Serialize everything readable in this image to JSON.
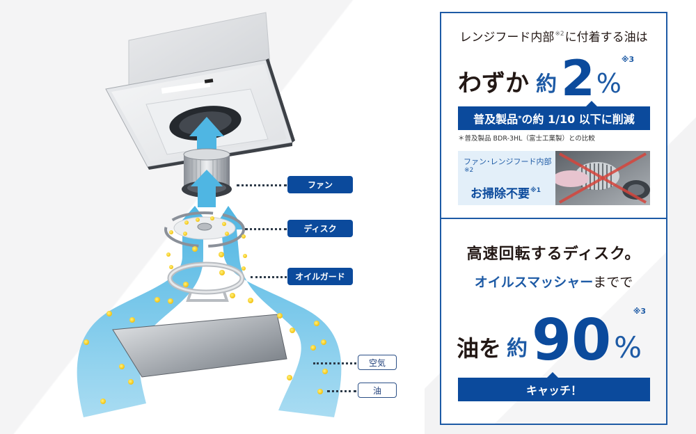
{
  "diagram": {
    "labels": {
      "fan": "ファン",
      "disk": "ディスク",
      "oil_guard": "オイルガード"
    },
    "legend": {
      "air": "空気",
      "oil": "油"
    },
    "colors": {
      "label_bg": "#0b4a9c",
      "airflow": "#5bbde6",
      "oil_drop": "#f5d21a"
    }
  },
  "panel_top": {
    "lead_text_a": "レンジフード内部",
    "lead_sup": "※2",
    "lead_text_b": "に付着する油は",
    "big_prefix": "わずか",
    "big_approx": "約",
    "big_number": "2",
    "big_unit": "%",
    "big_sup": "※3",
    "banner_a": "普及製品",
    "banner_star": "*",
    "banner_b": "の約 1/10 以下に削減",
    "footnote": "＊普及製品 BDR-3HL（富士工業製）との比較",
    "clean_sub": "ファン･レンジフード内部",
    "clean_sub_sup": "※2",
    "clean_main": "お掃除不要",
    "clean_main_sup": "※1"
  },
  "panel_bottom": {
    "line1": "高速回転するディスク。",
    "line2_blue": "オイルスマッシャー",
    "line2_rest": "までで",
    "big_prefix": "油を",
    "big_approx": "約",
    "big_number": "90",
    "big_unit": "%",
    "big_sup": "※3",
    "banner": "キャッチ！"
  },
  "colors": {
    "brand_blue": "#0b4a9c",
    "accent_blue": "#1d5aa5",
    "text_dark": "#231815",
    "light_blue_bg": "#e3eff9"
  }
}
